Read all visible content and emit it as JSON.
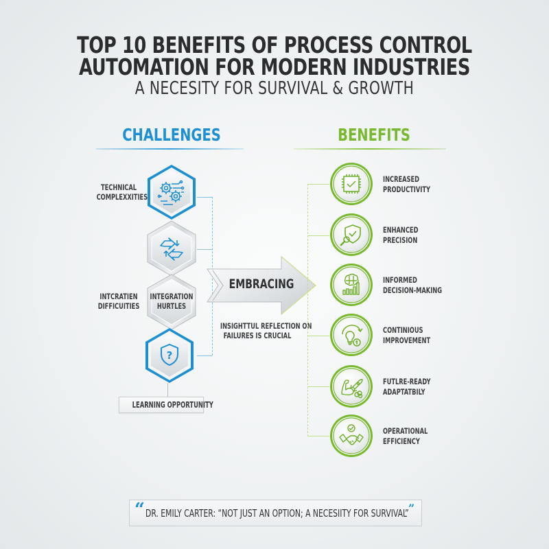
{
  "title": {
    "line1": "TOP 10 BENEFITS OF PROCESS CONTROL",
    "line2": "AUTOMATION FOR MODERN INDUSTRIES",
    "subtitle": "A NECESITY FOR SURVIVAL & GROWTH"
  },
  "challenges": {
    "heading": "CHALLENGES",
    "color": "#1e8fd0",
    "items": [
      {
        "icon": "gears-circuit-icon",
        "side_label": [
          "TECHNICAL",
          "COMPLEXXITIES"
        ],
        "inner_label": [],
        "style": "blue"
      },
      {
        "icon": "exchange-arrows-icon",
        "side_label": [],
        "inner_label": [],
        "style": "gray"
      },
      {
        "icon": "",
        "side_label": [
          "INTCRATIEN",
          "DIFFICUITIES"
        ],
        "inner_label": [
          "INTEGRATION",
          "HURTLES"
        ],
        "style": "gray"
      },
      {
        "icon": "shield-question-icon",
        "side_label": [],
        "inner_label": [],
        "style": "blue"
      }
    ],
    "learning_box": "LEARNING OPPORTUNITY"
  },
  "center": {
    "arrow_label": "EMBRACING",
    "reflection": [
      "INSIGHTTUL REFLECTION ON",
      "FAILURES IS CRUCIAL"
    ]
  },
  "benefits": {
    "heading": "BENEFITS",
    "color": "#7ab830",
    "items": [
      {
        "icon": "cpu-check-icon",
        "label": [
          "INCREASED",
          "PRODUCTIVITY"
        ]
      },
      {
        "icon": "shield-magnifier-icon",
        "label": [
          "ENHANCED",
          "PRECISION"
        ]
      },
      {
        "icon": "brain-chart-icon",
        "label": [
          "INFORMED",
          "DECISION-MAKING"
        ]
      },
      {
        "icon": "lightbulb-cycle-icon",
        "label": [
          "CONTINIOUS",
          "IMPROVEMENT"
        ]
      },
      {
        "icon": "muscle-rocket-icon",
        "label": [
          "FUTLRE-READY",
          "ADAPTATBILY"
        ]
      },
      {
        "icon": "handshake-check-icon",
        "label": [
          "OPERATIONAL",
          "EFFICIENCY"
        ]
      }
    ]
  },
  "quote": {
    "open_mark": "“",
    "text": "DR. EMILY CARTER: “NOT JUST AN OPTION; A NECESIITY FOR SURVIVAL”",
    "close_mark": "”"
  }
}
